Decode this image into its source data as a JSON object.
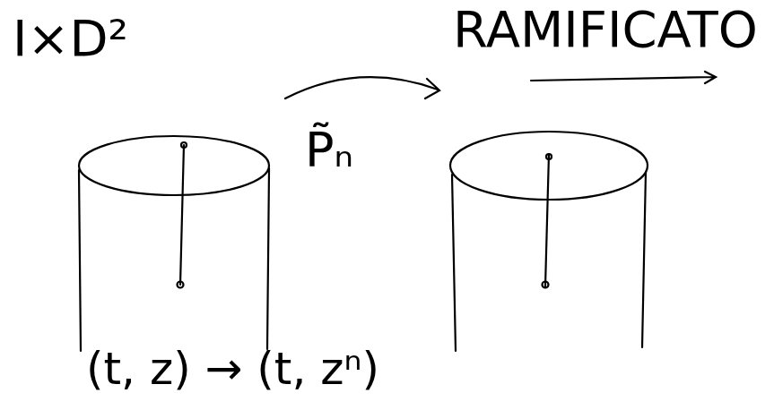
{
  "diagram": {
    "labels": [
      "I×D²",
      "RAMIFICATO",
      "P̃ₙ",
      "(t, z) → (t, zⁿ)"
    ]
  }
}
